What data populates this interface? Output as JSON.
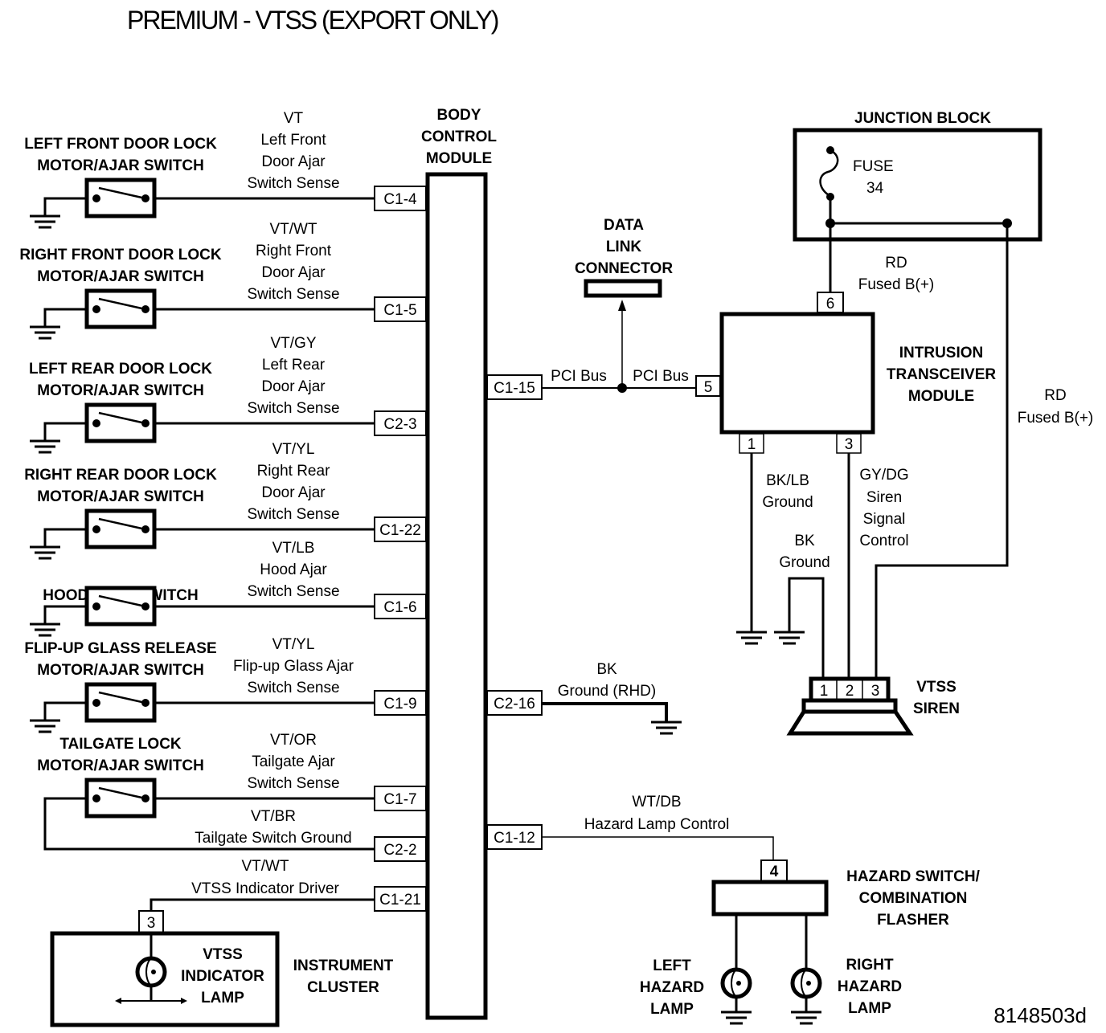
{
  "title": "PREMIUM - VTSS (EXPORT ONLY)",
  "figure_code": "8148503d",
  "body_control_module": {
    "label": [
      "BODY",
      "CONTROL",
      "MODULE"
    ]
  },
  "left_switches": [
    {
      "label": [
        "LEFT FRONT DOOR LOCK",
        "MOTOR/AJAR SWITCH"
      ],
      "wire": [
        "VT",
        "Left Front",
        "Door Ajar",
        "Switch Sense"
      ],
      "pin": "C1-4"
    },
    {
      "label": [
        "RIGHT FRONT DOOR LOCK",
        "MOTOR/AJAR SWITCH"
      ],
      "wire": [
        "VT/WT",
        "Right Front",
        "Door Ajar",
        "Switch Sense"
      ],
      "pin": "C1-5"
    },
    {
      "label": [
        "LEFT REAR DOOR LOCK",
        "MOTOR/AJAR SWITCH"
      ],
      "wire": [
        "VT/GY",
        "Left Rear",
        "Door Ajar",
        "Switch Sense"
      ],
      "pin": "C2-3"
    },
    {
      "label": [
        "RIGHT REAR DOOR LOCK",
        "MOTOR/AJAR SWITCH"
      ],
      "wire": [
        "VT/YL",
        "Right Rear",
        "Door Ajar",
        "Switch Sense"
      ],
      "pin": "C1-22"
    },
    {
      "label": [
        "HOOD AJAR SWITCH"
      ],
      "wire": [
        "VT/LB",
        "Hood Ajar",
        "Switch Sense"
      ],
      "pin": "C1-6"
    },
    {
      "label": [
        "FLIP-UP GLASS RELEASE",
        "MOTOR/AJAR SWITCH"
      ],
      "wire": [
        "VT/YL",
        "Flip-up Glass Ajar",
        "Switch Sense"
      ],
      "pin": "C1-9"
    },
    {
      "label": [
        "TAILGATE LOCK",
        "MOTOR/AJAR SWITCH"
      ],
      "wire": [
        "VT/OR",
        "Tailgate Ajar",
        "Switch Sense"
      ],
      "pin": "C1-7"
    }
  ],
  "tailgate_ground": {
    "wire": [
      "VT/BR",
      "Tailgate Switch Ground"
    ],
    "pin": "C2-2"
  },
  "indicator": {
    "wire": [
      "VT/WT",
      "VTSS Indicator Driver"
    ],
    "pin": "C1-21",
    "cluster_pin": "3",
    "lamp_label": [
      "VTSS",
      "INDICATOR",
      "LAMP"
    ],
    "cluster_label": [
      "INSTRUMENT",
      "CLUSTER"
    ]
  },
  "data_link": {
    "label": [
      "DATA",
      "LINK",
      "CONNECTOR"
    ],
    "pin": "C1-15",
    "wire_left": "PCI Bus",
    "wire_right": "PCI Bus"
  },
  "bcm_ground": {
    "pin": "C2-16",
    "wire": [
      "BK",
      "Ground (RHD)"
    ]
  },
  "hazard": {
    "pin": "C1-12",
    "wire": [
      "WT/DB",
      "Hazard Lamp Control"
    ],
    "switch_pin": "4",
    "label": [
      "HAZARD SWITCH/",
      "COMBINATION",
      "FLASHER"
    ],
    "left_lamp": [
      "LEFT",
      "HAZARD",
      "LAMP"
    ],
    "right_lamp": [
      "RIGHT",
      "HAZARD",
      "LAMP"
    ]
  },
  "junction_block": {
    "label": "JUNCTION BLOCK",
    "fuse": [
      "FUSE",
      "34"
    ]
  },
  "itm": {
    "label": [
      "INTRUSION",
      "TRANSCEIVER",
      "MODULE"
    ],
    "pin_pci": "5",
    "pin_power": "6",
    "pin_ground": "1",
    "pin_siren": "3",
    "power_wire": [
      "RD",
      "Fused B(+)"
    ],
    "ground_wire": [
      "BK/LB",
      "Ground"
    ],
    "siren_wire": [
      "GY/DG",
      "Siren",
      "Signal",
      "Control"
    ]
  },
  "siren": {
    "label": [
      "VTSS",
      "SIREN"
    ],
    "pins": [
      "1",
      "2",
      "3"
    ],
    "ground_wire": [
      "BK",
      "Ground"
    ],
    "power_wire": [
      "RD",
      "Fused B(+)"
    ]
  }
}
